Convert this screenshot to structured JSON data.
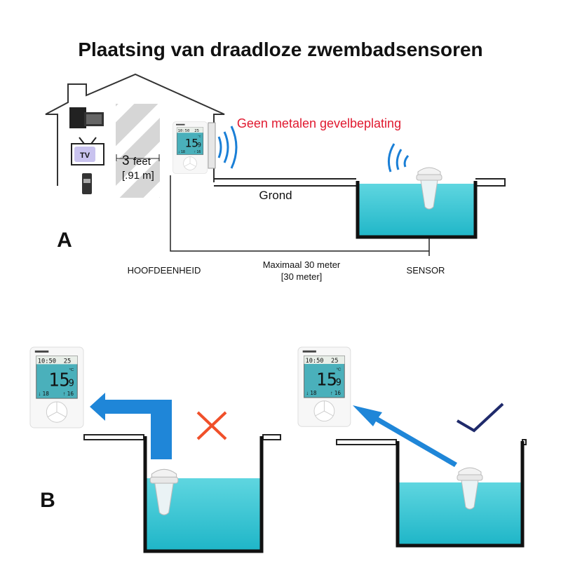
{
  "title": "Plaatsing van draadloze zwembadsensoren",
  "section_a": {
    "label": "A",
    "warning": "Geen metalen gevelbeplating",
    "distance_feet": "3",
    "distance_feet_unit": "feet",
    "distance_meters": "[.91 m]",
    "tv_label": "TV",
    "ground_label": "Grond",
    "main_unit_label": "HOOFDEENHEID",
    "max_distance_line1": "Maximaal 30 meter",
    "max_distance_line2": "[30 meter]",
    "sensor_label": "SENSOR"
  },
  "section_b": {
    "label": "B"
  },
  "device": {
    "time": "10:50",
    "outdoor": "25",
    "temperature": "15",
    "temperature_decimal": "9",
    "unit": "°C",
    "low": "18",
    "high": "16"
  },
  "colors": {
    "water": "#35c6d4",
    "signal": "#1a7fd6",
    "warning": "#e0192f",
    "cross": "#f0502a",
    "check": "#1f2a6b",
    "arrow": "#1f86d8"
  }
}
